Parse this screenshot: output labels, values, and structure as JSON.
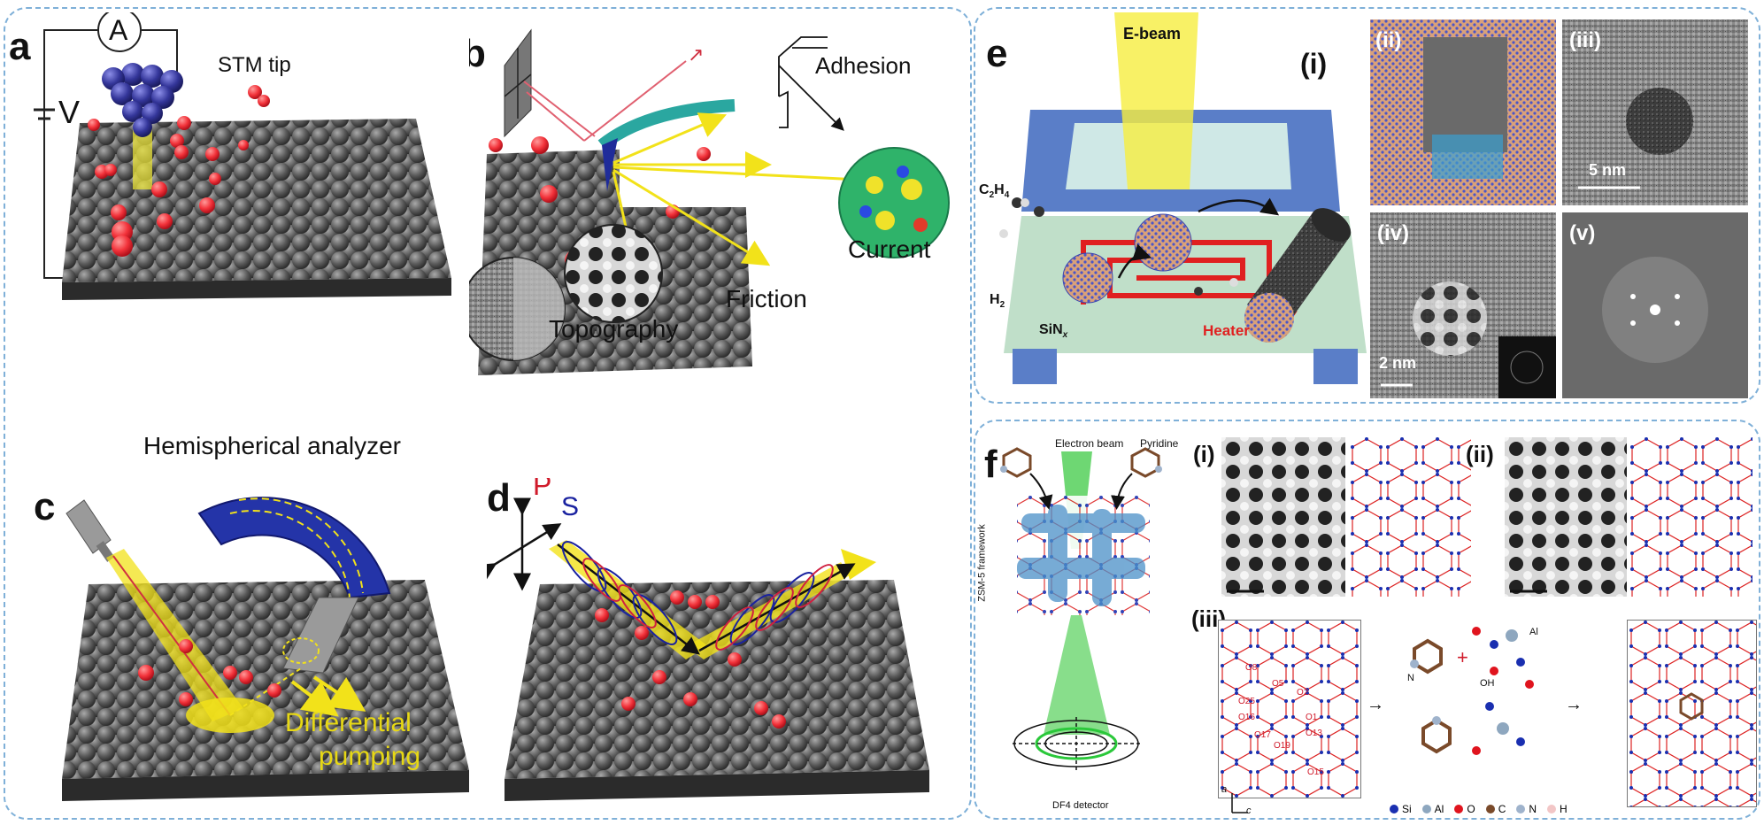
{
  "panels": {
    "a": {
      "label": "a",
      "tip": "STM tip",
      "ammeter": "A",
      "voltage": "V"
    },
    "b": {
      "label": "b",
      "adhesion": "Adhesion",
      "current": "Current",
      "friction": "Friction",
      "topography": "Topography"
    },
    "c": {
      "label": "c",
      "analyzer": "Hemispherical analyzer",
      "pumping_line1": "Differential",
      "pumping_line2": "pumping"
    },
    "d": {
      "label": "d",
      "p": "P",
      "s": "S"
    },
    "e": {
      "label": "e",
      "ebeam": "E-beam",
      "gas1_main": "C",
      "gas1_sub1": "2",
      "gas1_h": "H",
      "gas1_sub2": "4",
      "gas2_main": "H",
      "gas2_sub": "2",
      "sin_main": "SiN",
      "sin_sub": "x",
      "heater": "Heater",
      "sub_i": "(i)",
      "sub_ii": "(ii)",
      "sub_iii": "(iii)",
      "sub_iv": "(iv)",
      "sub_v": "(v)",
      "scale_5nm": "5 nm",
      "scale_2nm": "2 nm"
    },
    "f": {
      "label": "f",
      "electron_beam": "Electron beam",
      "pyridine": "Pyridine",
      "framework": "ZSM-5 framework",
      "detector": "DF4 detector",
      "sub_i": "(i)",
      "sub_ii": "(ii)",
      "sub_iii": "(iii)",
      "atoms_left": [
        "O8",
        "O5",
        "O2",
        "O25",
        "O16",
        "O1",
        "O17",
        "O13",
        "O19",
        "O15"
      ],
      "n_label": "N",
      "al_label": "Al",
      "oh_label": "OH",
      "plus": "+",
      "axis_a": "a",
      "axis_c": "c",
      "legend": [
        {
          "name": "Si",
          "color": "#1a2fb0"
        },
        {
          "name": "Al",
          "color": "#8ea7bf"
        },
        {
          "name": "O",
          "color": "#e0141e"
        },
        {
          "name": "C",
          "color": "#7a4a2a"
        },
        {
          "name": "N",
          "color": "#9fb3cc"
        },
        {
          "name": "H",
          "color": "#f2c6c6"
        }
      ]
    }
  }
}
